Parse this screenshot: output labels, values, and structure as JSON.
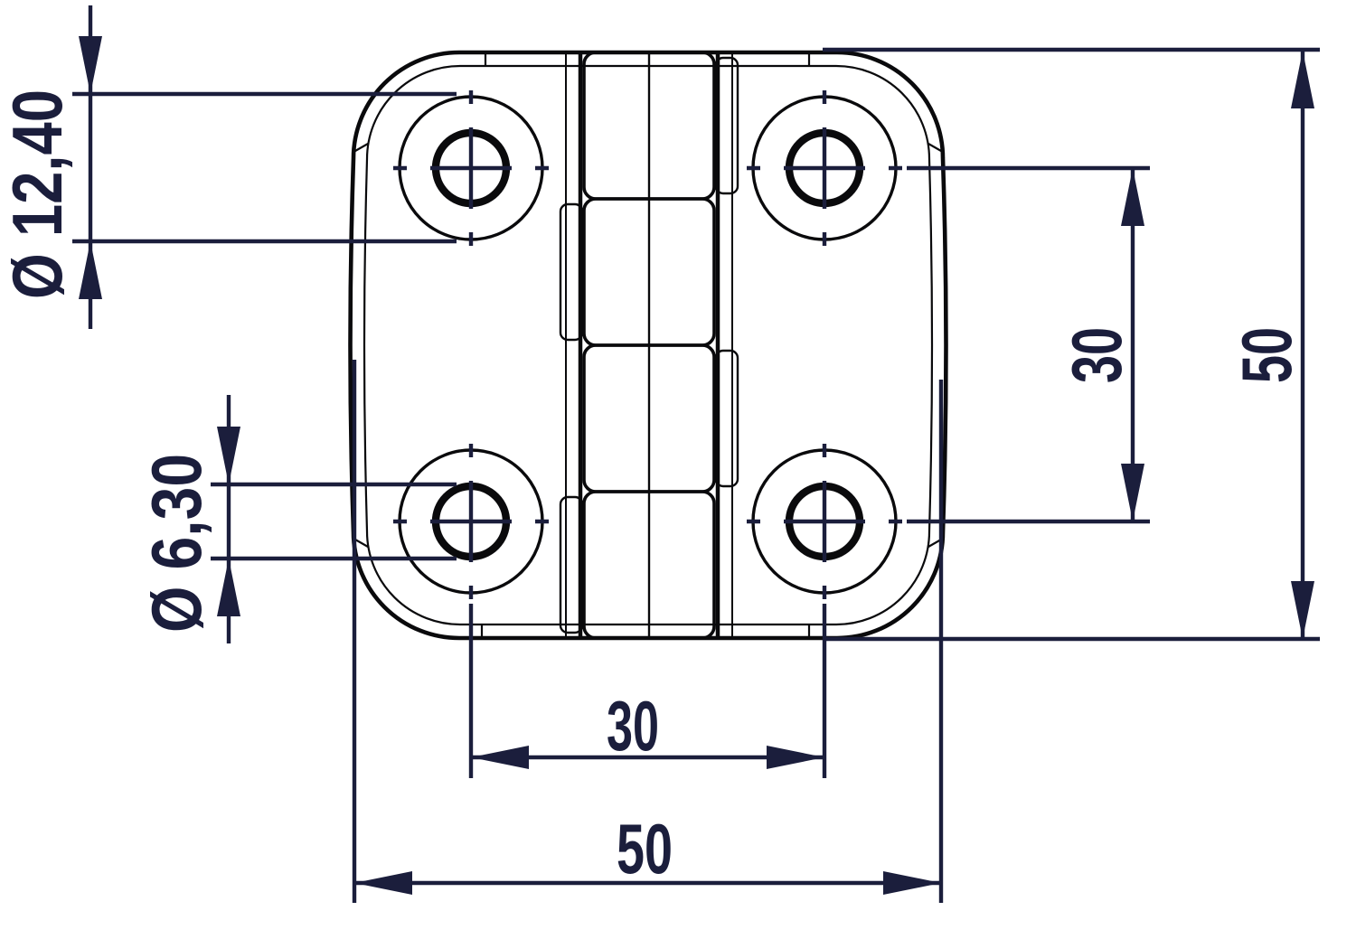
{
  "drawing": {
    "title": "hinge-technical-drawing",
    "type": "dimensioned engineering drawing, top view of a 4-hole hinge",
    "colors": {
      "background": "#ffffff",
      "part_outline": "#0a0a0c",
      "dimension": "#1b1e3c"
    },
    "dimensions": {
      "counterbore_diameter": {
        "label": "Ø 12,40",
        "value_mm": 12.4
      },
      "hole_diameter": {
        "label": "Ø 6,30",
        "value_mm": 6.3
      },
      "vertical_hole_spacing": {
        "label": "30",
        "value_mm": 30
      },
      "overall_height": {
        "label": "50",
        "value_mm": 50
      },
      "horizontal_hole_spacing": {
        "label": "30",
        "value_mm": 30
      },
      "overall_width": {
        "label": "50",
        "value_mm": 50
      }
    }
  }
}
